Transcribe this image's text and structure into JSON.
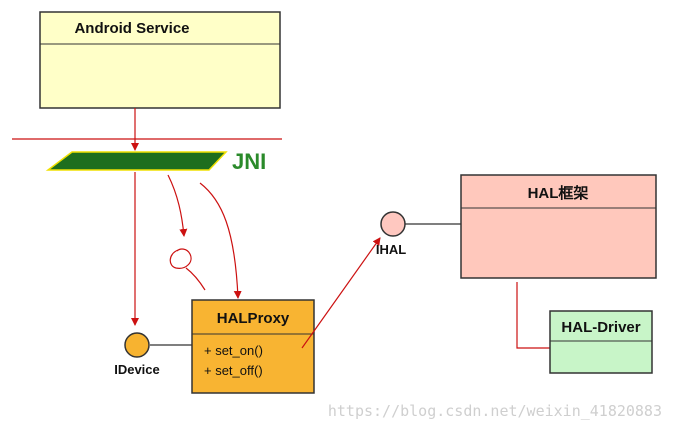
{
  "boxes": {
    "android_service": {
      "title": "Android Service"
    },
    "hal_framework": {
      "title": "HAL框架"
    },
    "hal_proxy": {
      "title": "HALProxy",
      "operations": [
        "+ set_on()",
        "+ set_off()"
      ]
    },
    "hal_driver": {
      "title": "HAL-Driver"
    }
  },
  "interfaces": {
    "idevice": {
      "label": "IDevice"
    },
    "ihal": {
      "label": "IHAL"
    }
  },
  "jni": {
    "label": "JNI"
  },
  "watermark": "https://blog.csdn.net/weixin_41820883",
  "colors": {
    "service_fill": "#ffffc8",
    "framework_fill": "#ffc8bc",
    "proxy_fill": "#f8b432",
    "driver_fill": "#c8f5c8",
    "jni_fill": "#1e6e1e",
    "jni_text": "#2a8a2a",
    "arrow": "#cc1111",
    "interface_fill": "#f7b330",
    "ihal_fill": "#ffc8c0"
  }
}
